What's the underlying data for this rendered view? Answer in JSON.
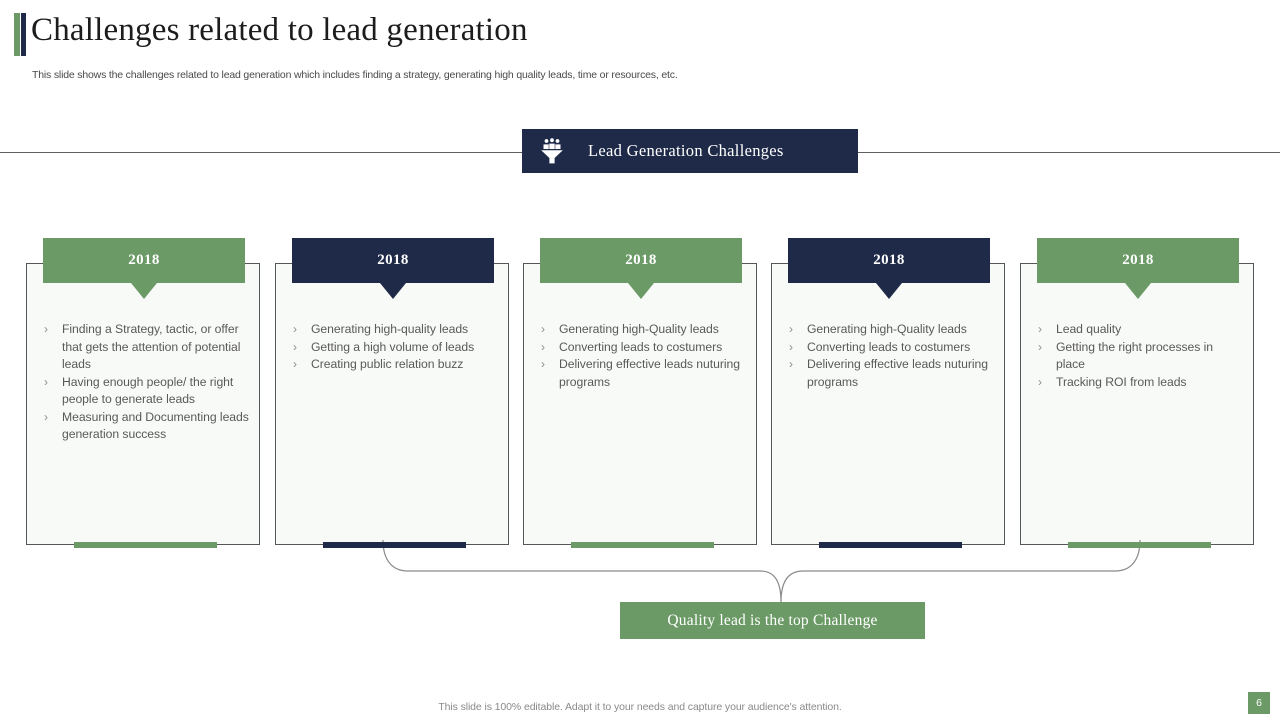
{
  "slide": {
    "title": "Challenges related to lead generation",
    "subtitle": "This slide shows the challenges related to lead generation which includes finding a strategy, generating high quality leads, time or resources, etc.",
    "footer_note": "This slide is 100% editable. Adapt it to your needs and capture your audience's attention.",
    "page_number": "6"
  },
  "banner": {
    "title": "Lead Generation Challenges",
    "icon": "lead-funnel-icon"
  },
  "colors": {
    "green": "#6b9a66",
    "navy": "#1e2a47",
    "card_bg": "#f8faf7",
    "card_border": "#55565a",
    "text": "#595959",
    "connector": "#8a8a8a"
  },
  "cards": [
    {
      "year": "2018",
      "accent": "#6b9a66",
      "items": [
        "Finding a Strategy, tactic, or offer that gets the attention of potential leads",
        "Having enough people/ the right people to generate leads",
        "Measuring and Documenting leads generation success"
      ]
    },
    {
      "year": "2018",
      "accent": "#1e2a47",
      "items": [
        "Generating high-quality leads",
        "Getting a high volume of leads",
        "Creating public relation buzz"
      ]
    },
    {
      "year": "2018",
      "accent": "#6b9a66",
      "items": [
        "Generating high-Quality leads",
        "Converting leads to costumers",
        "Delivering effective leads nuturing programs"
      ]
    },
    {
      "year": "2018",
      "accent": "#1e2a47",
      "items": [
        "Generating high-Quality leads",
        "Converting leads to costumers",
        "Delivering effective leads nuturing programs"
      ]
    },
    {
      "year": "2018",
      "accent": "#6b9a66",
      "items": [
        "Lead quality",
        "Getting the right processes in place",
        "Tracking ROI from leads"
      ]
    }
  ],
  "conclusion": {
    "label": "Quality lead is the top Challenge"
  }
}
